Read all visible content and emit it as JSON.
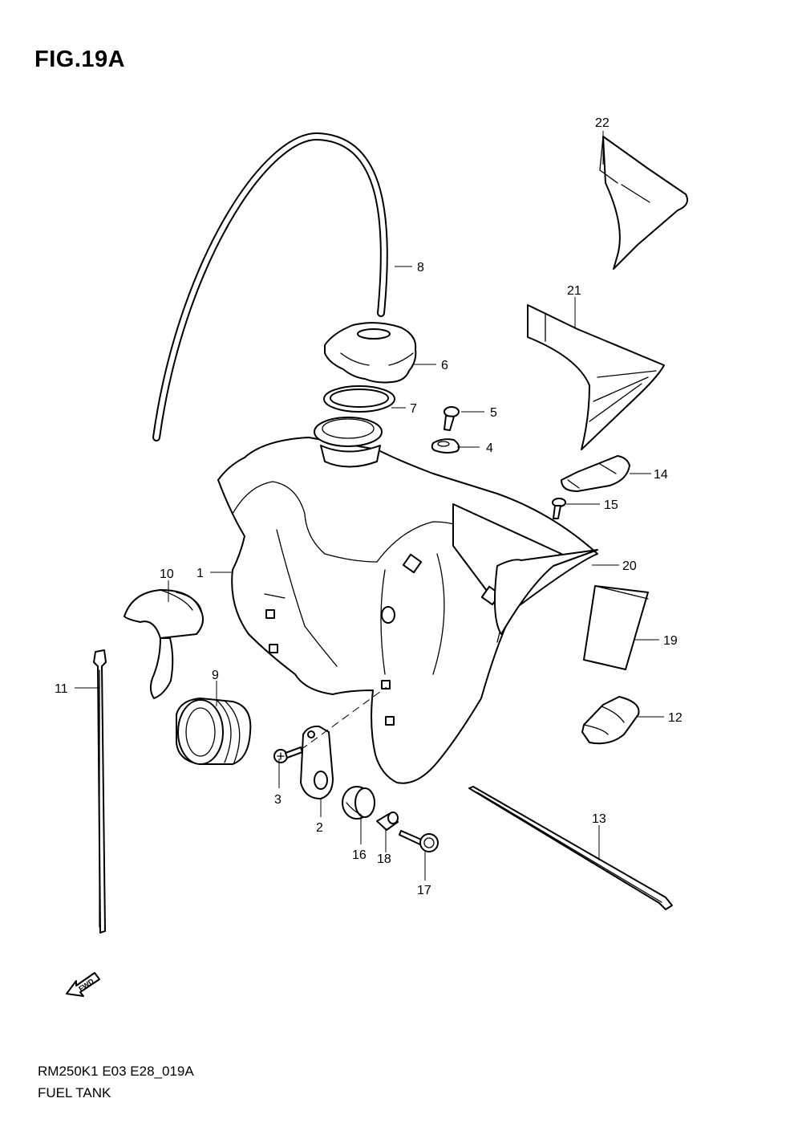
{
  "figure": {
    "title": "FIG.19A",
    "code": "RM250K1 E03 E28_019A",
    "name": "FUEL TANK",
    "fwd_arrow_label": "FWD"
  },
  "callouts": [
    "1",
    "2",
    "3",
    "4",
    "5",
    "6",
    "7",
    "8",
    "9",
    "10",
    "11",
    "12",
    "13",
    "14",
    "15",
    "16",
    "17",
    "18",
    "19",
    "20",
    "21",
    "22"
  ]
}
